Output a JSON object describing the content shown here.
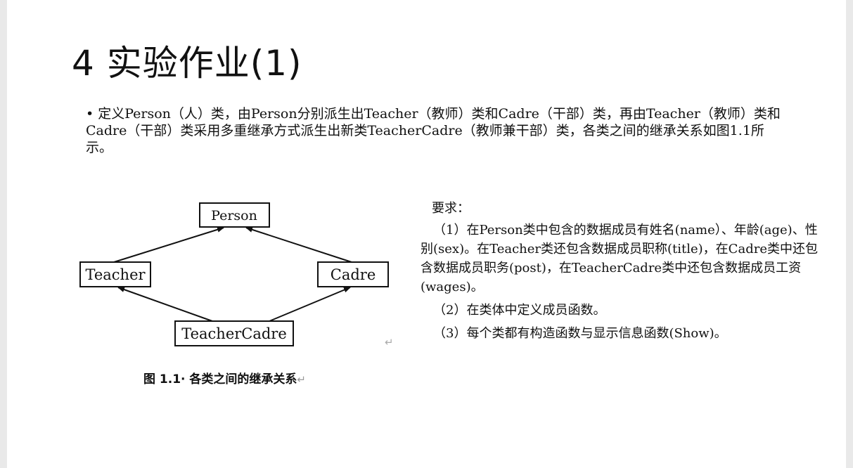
{
  "slide": {
    "title": "4 实验作业(1)",
    "intro": {
      "bullet": "•",
      "text": "定义Person（人）类，由Person分别派生出Teacher（教师）类和Cadre（干部）类，再由Teacher（教师）类和Cadre（干部）类采用多重继承方式派生出新类TeacherCadre（教师兼干部）类，各类之间的继承关系如图1.1所示。"
    },
    "figure": {
      "nodes": {
        "person": "Person",
        "teacher": "Teacher",
        "cadre": "Cadre",
        "teacher_cadre": "TeacherCadre"
      },
      "caption": "图 1.1· 各类之间的继承关系",
      "caption_mark": "↵",
      "return_mark": "↵"
    },
    "requirements": {
      "heading": "要求：",
      "items": [
        "（1）在Person类中包含的数据成员有姓名(name）、年龄(age)、性别(sex)。在Teacher类还包含数据成员职称(title)，在Cadre类中还包含数据成员职务(post)，在TeacherCadre类中还包含数据成员工资(wages)。",
        "（2）在类体中定义成员函数。",
        "（3）每个类都有构造函数与显示信息函数(Show)。"
      ]
    }
  }
}
